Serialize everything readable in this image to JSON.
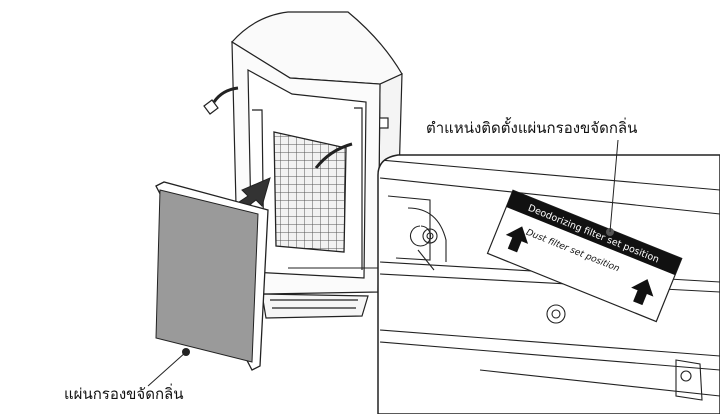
{
  "labels": {
    "filter_location": "ตำแหน่งติดตั้งแผ่นกรองขจัดกลิ่น",
    "deodorizing_filter": "แผ่นกรองขจัดกลิ่น"
  },
  "detail_sticker": {
    "deodorizing_text": "Deodorizing filter set position",
    "dust_text": "Dust filter set position"
  },
  "icons": [
    "air-purifier-unit",
    "deodorizing-filter-panel",
    "insert-arrow",
    "zoom-detail-circle",
    "set-position-sticker"
  ],
  "colors": {
    "line": "#222222",
    "unit_fill": "#f7f7f7",
    "filter_fill": "#9a9a9a",
    "arrow_fill": "#333333",
    "sticker_band": "#111111"
  }
}
